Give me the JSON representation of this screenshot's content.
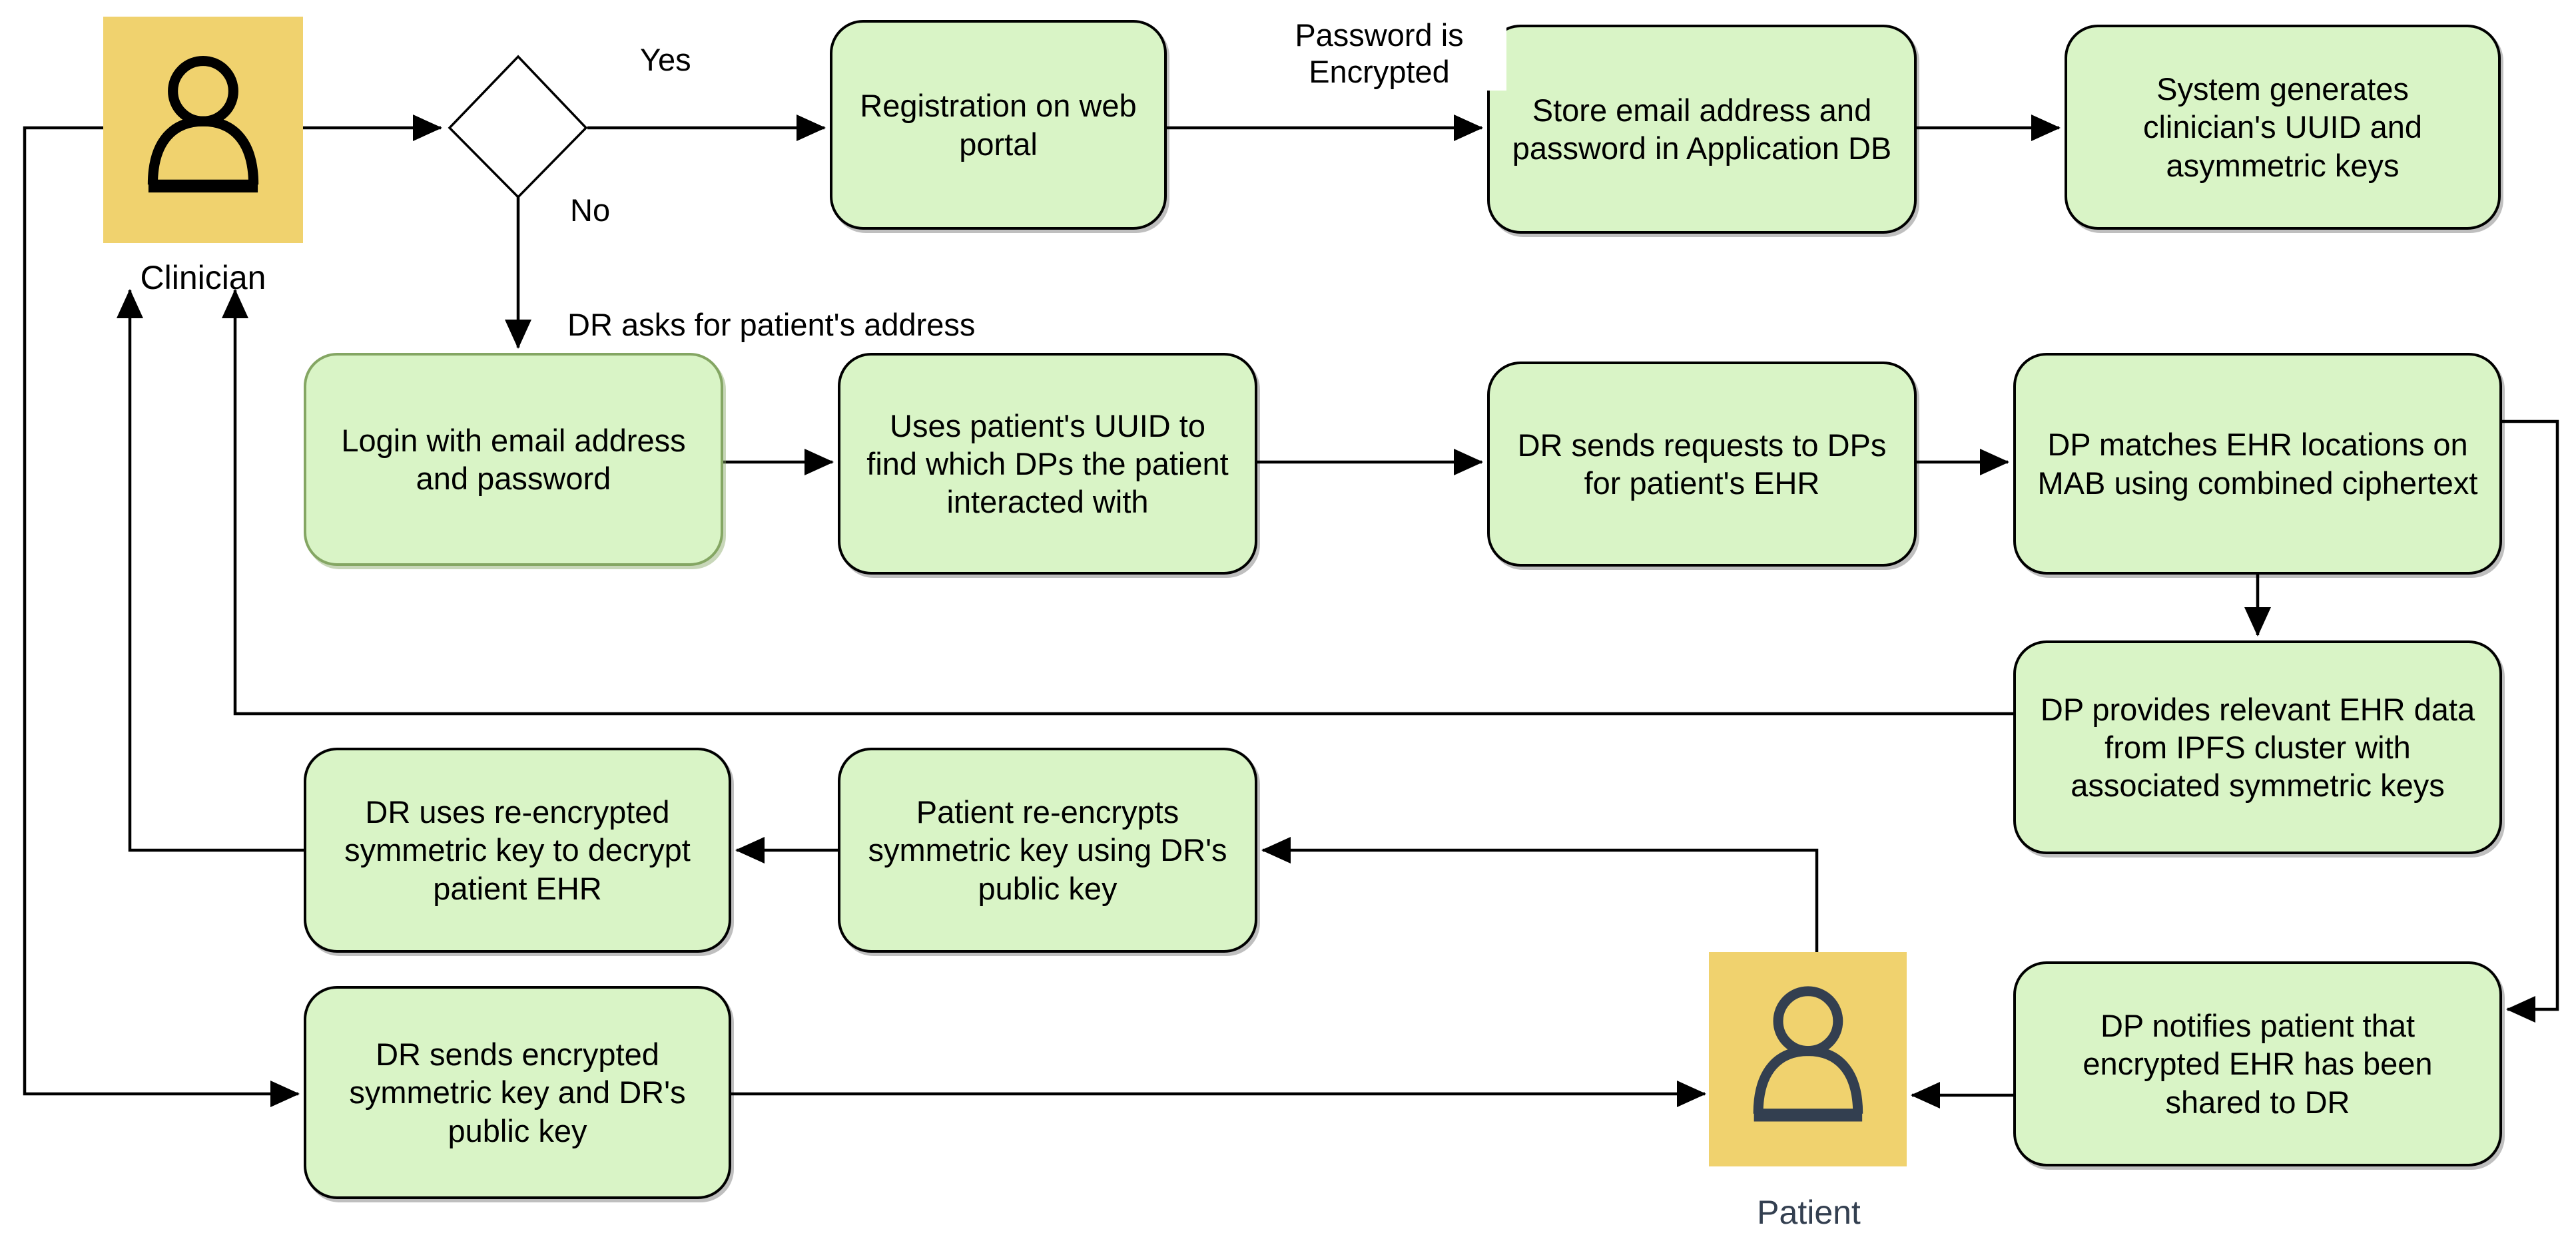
{
  "diagram": {
    "title": "EHR sharing flowchart",
    "colors": {
      "node_fill": "#d9f4c6",
      "node_border": "#000000",
      "login_border": "#84a663",
      "actor_fill": "#f0d26e",
      "clinician_color": "#000000",
      "patient_color": "#333f50",
      "edge_color": "#000000"
    },
    "actors": [
      {
        "id": "clinician",
        "label": "Clinician"
      },
      {
        "id": "patient",
        "label": "Patient"
      }
    ],
    "decision": {
      "id": "registered-decision",
      "label": ""
    },
    "nodes": [
      {
        "id": "registration",
        "text": "Registration on web portal"
      },
      {
        "id": "store-credentials",
        "text": "Store email address and password in Application DB"
      },
      {
        "id": "generate-keys",
        "text": "System generates clinician's UUID and asymmetric keys"
      },
      {
        "id": "login",
        "text": "Login with email address and password"
      },
      {
        "id": "find-dps",
        "text": "Uses patient's UUID to find which DPs the patient interacted with"
      },
      {
        "id": "send-requests",
        "text": "DR sends requests to DPs for patient's EHR"
      },
      {
        "id": "match-locations",
        "text": "DP matches EHR locations on MAB using combined ciphertext"
      },
      {
        "id": "provide-ehr",
        "text": "DP provides relevant EHR data from IPFS cluster with associated symmetric keys"
      },
      {
        "id": "decrypt-ehr",
        "text": "DR uses re-encrypted symmetric key to decrypt patient EHR"
      },
      {
        "id": "reencrypt-key",
        "text": "Patient re-encrypts symmetric key using DR's public key"
      },
      {
        "id": "send-key",
        "text": "DR sends encrypted symmetric key and DR's public key"
      },
      {
        "id": "notify-patient",
        "text": "DP notifies patient that encrypted EHR has been shared to DR"
      }
    ],
    "edge_labels": [
      {
        "id": "yes",
        "text": "Yes"
      },
      {
        "id": "no",
        "text": "No"
      },
      {
        "id": "password-encrypted",
        "text": "Password is Encrypted"
      },
      {
        "id": "dr-asks",
        "text": "DR asks for patient's address"
      }
    ]
  }
}
